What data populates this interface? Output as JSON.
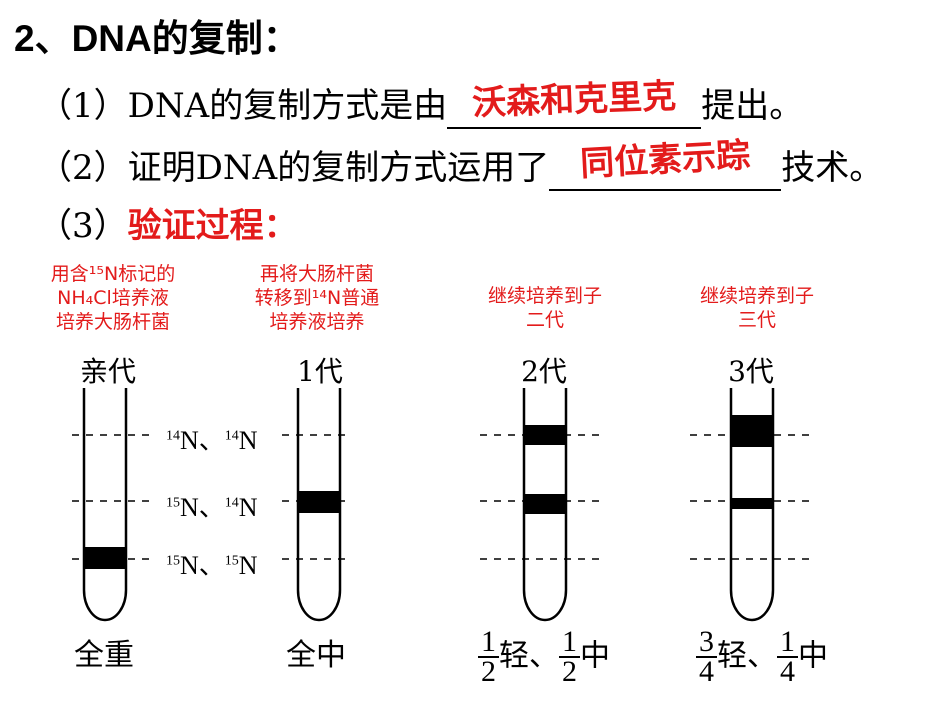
{
  "heading": {
    "number": "2、",
    "text": "DNA的复制："
  },
  "q1": {
    "prefix": "（1）DNA的复制方式是由",
    "answer": "沃森和克里克",
    "suffix": "提出。"
  },
  "q2": {
    "prefix": "（2）证明DNA的复制方式运用了",
    "answer": "同位素示踪",
    "suffix": "技术。"
  },
  "q3": {
    "prefix": "（3）",
    "title": "验证过程："
  },
  "steps": [
    {
      "caption_lines": [
        "用含¹⁵N标记的",
        "NH₄Cl培养液",
        "培养大肠杆菌"
      ],
      "generation": "亲代",
      "result": "全重"
    },
    {
      "caption_lines": [
        "再将大肠杆菌",
        "转移到¹⁴N普通",
        "培养液培养"
      ],
      "generation": "1代",
      "result": "全中"
    },
    {
      "caption_lines": [
        "继续培养到子",
        "二代"
      ],
      "generation": "2代",
      "result": {
        "f1": [
          "1",
          "2"
        ],
        "w1": "轻、",
        "f2": [
          "1",
          "2"
        ],
        "w2": "中"
      }
    },
    {
      "caption_lines": [
        "继续培养到子",
        "三代"
      ],
      "generation": "3代",
      "result": {
        "f1": [
          "3",
          "4"
        ],
        "w1": "轻、",
        "f2": [
          "1",
          "4"
        ],
        "w2": "中"
      }
    }
  ],
  "density_labels": [
    {
      "a": "14",
      "b": "14",
      "sep": "N、",
      "end": "N"
    },
    {
      "a": "15",
      "b": "14",
      "sep": "N、",
      "end": "N"
    },
    {
      "a": "15",
      "b": "15",
      "sep": "N、",
      "end": "N"
    }
  ],
  "colors": {
    "accent": "#e31b1b",
    "band": "#000000"
  }
}
